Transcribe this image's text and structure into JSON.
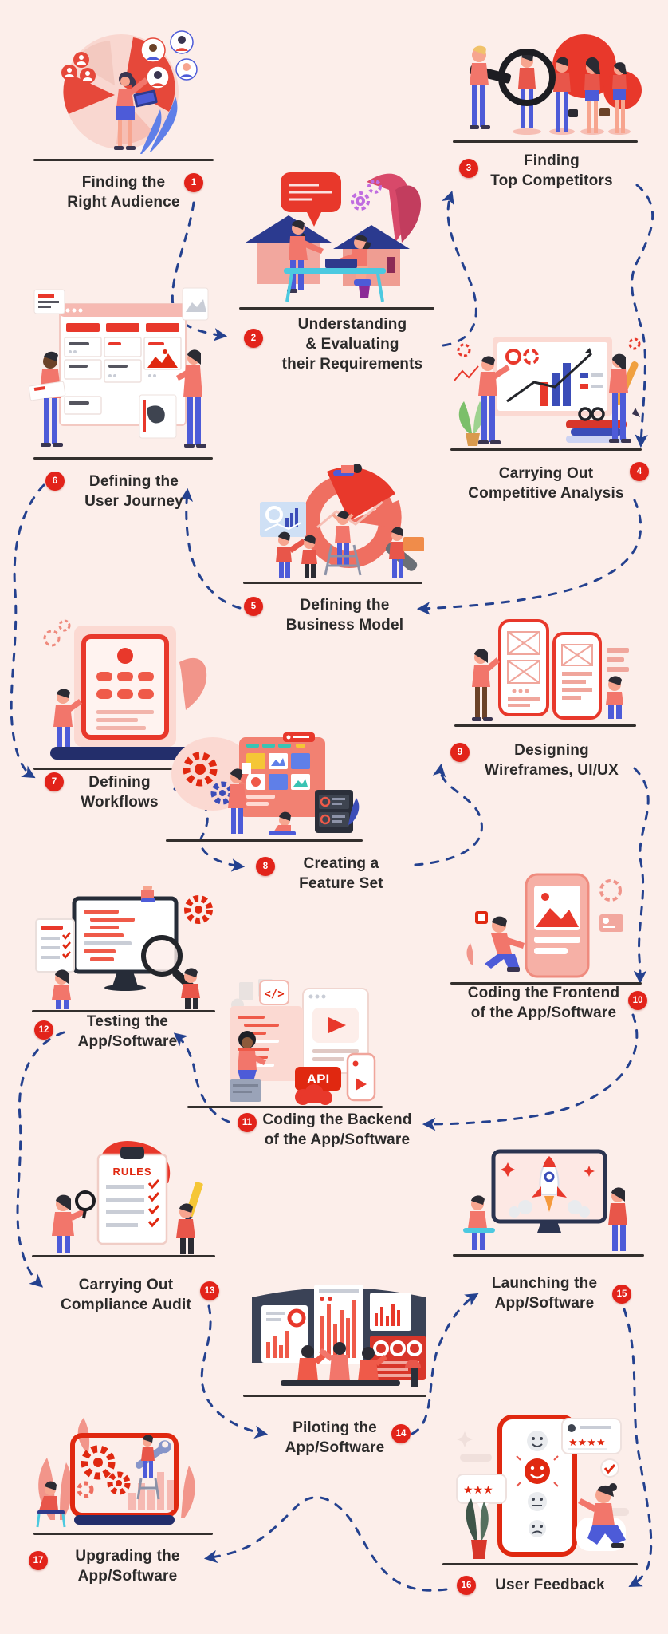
{
  "infographic": {
    "background_color": "#fceeea",
    "badge_color": "#e2231a",
    "connector_color": "#24418f",
    "text_color": "#2b2a2a",
    "steps": [
      {
        "number": "1",
        "lines": [
          "Finding the",
          "Right Audience"
        ]
      },
      {
        "number": "2",
        "lines": [
          "Understanding",
          "& Evaluating",
          "their Requirements"
        ]
      },
      {
        "number": "3",
        "lines": [
          "Finding",
          "Top Competitors"
        ]
      },
      {
        "number": "4",
        "lines": [
          "Carrying Out",
          "Competitive Analysis"
        ]
      },
      {
        "number": "5",
        "lines": [
          "Defining the",
          "Business Model"
        ]
      },
      {
        "number": "6",
        "lines": [
          "Defining the",
          "User Journey"
        ]
      },
      {
        "number": "7",
        "lines": [
          "Defining",
          "Workflows"
        ]
      },
      {
        "number": "8",
        "lines": [
          "Creating a",
          "Feature Set"
        ]
      },
      {
        "number": "9",
        "lines": [
          "Designing",
          "Wireframes, UI/UX"
        ]
      },
      {
        "number": "10",
        "lines": [
          "Coding the Frontend",
          "of the App/Software"
        ]
      },
      {
        "number": "11",
        "lines": [
          "Coding the Backend",
          "of the App/Software"
        ]
      },
      {
        "number": "12",
        "lines": [
          "Testing the",
          "App/Software"
        ]
      },
      {
        "number": "13",
        "lines": [
          "Carrying Out",
          "Compliance Audit"
        ]
      },
      {
        "number": "14",
        "lines": [
          "Piloting the",
          "App/Software"
        ]
      },
      {
        "number": "15",
        "lines": [
          "Launching the",
          "App/Software"
        ]
      },
      {
        "number": "16",
        "lines": [
          "User Feedback"
        ]
      },
      {
        "number": "17",
        "lines": [
          "Upgrading the",
          "App/Software"
        ]
      }
    ],
    "illustration_text": {
      "backend_code_icon": "</>",
      "backend_api_label": "API",
      "compliance_clipboard_title": "RULES",
      "feedback_stars_four": "★★★★",
      "feedback_stars_three": "★★★"
    }
  }
}
